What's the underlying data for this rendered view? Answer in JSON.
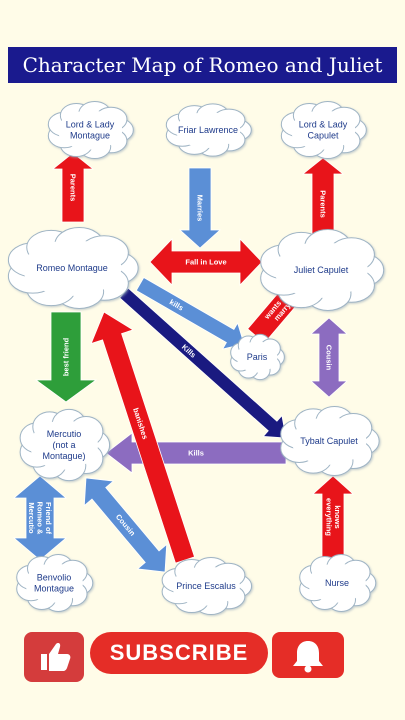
{
  "title": "Character Map of Romeo and Juliet",
  "characters": {
    "lord_montague": [
      "Lord & Lady",
      "Montague"
    ],
    "friar": [
      "Friar Lawrence"
    ],
    "lord_capulet": [
      "Lord & Lady",
      "Capulet"
    ],
    "romeo": [
      "Romeo Montague"
    ],
    "juliet": [
      "Juliet Capulet"
    ],
    "paris": [
      "Paris"
    ],
    "mercutio": [
      "Mercutio",
      "(not a",
      "Montague)"
    ],
    "tybalt": [
      "Tybalt Capulet"
    ],
    "benvolio": [
      "Benvolio",
      "Montague"
    ],
    "prince": [
      "Prince Escalus"
    ],
    "nurse": [
      "Nurse"
    ]
  },
  "relations": {
    "parents_left": "Parents",
    "marries": "Marries",
    "parents_right": "Parents",
    "fall_in_love": "Fall in Love",
    "kills_paris": "kills",
    "wants_to_marry": [
      "wants to",
      "marry"
    ],
    "kills_tybalt": "Kills",
    "best_friend": "best friend",
    "cousin_right": "Cousin",
    "kills_mercutio": "Kills",
    "banishes": "banishes",
    "friend_of": [
      "Friend of",
      "Romeo &",
      "Mercutio"
    ],
    "cousin_left": "Cousin",
    "knows_everything": [
      "knows",
      "everything"
    ]
  },
  "footer": {
    "subscribe_label": "SUBSCRIBE",
    "like_icon": "thumbs-up-icon",
    "bell_icon": "bell-icon"
  },
  "colors": {
    "title_bg": "#1a1a8e",
    "red": "#e8141a",
    "blue": "#5b8fd6",
    "navy": "#1a1a80",
    "green": "#2e9e3a",
    "purple": "#8c6cc0",
    "subscribe_red": "#e52d27"
  }
}
